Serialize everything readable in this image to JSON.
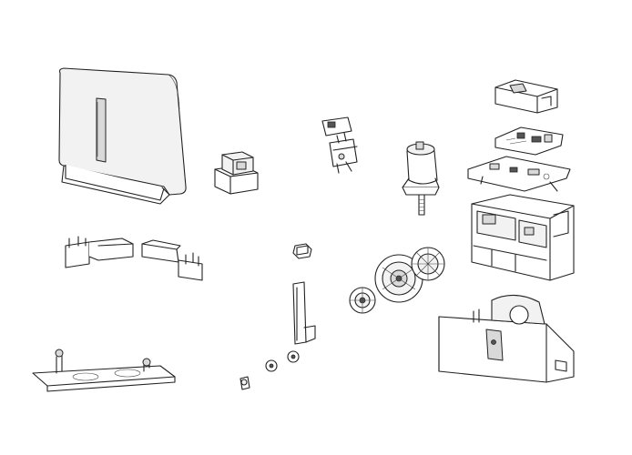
{
  "diagram": {
    "background_color": "#ffffff",
    "line_color": "#222222",
    "parts": [
      {
        "id": "cover-housing",
        "icon": "motor-cover"
      },
      {
        "id": "transformer",
        "icon": "transformer"
      },
      {
        "id": "limit-switch-assembly",
        "icon": "limit-switch"
      },
      {
        "id": "electric-motor",
        "icon": "motor"
      },
      {
        "id": "control-board-cover",
        "icon": "board-cover"
      },
      {
        "id": "control-board-small",
        "icon": "circuit-board"
      },
      {
        "id": "control-board-large",
        "icon": "circuit-board"
      },
      {
        "id": "board-support-frame",
        "icon": "frame"
      },
      {
        "id": "limit-bracket-left",
        "icon": "bracket"
      },
      {
        "id": "limit-bracket-right",
        "icon": "bracket"
      },
      {
        "id": "small-gear",
        "icon": "gear"
      },
      {
        "id": "output-gear-assembly",
        "icon": "gear"
      },
      {
        "id": "worm-gear",
        "icon": "gear"
      },
      {
        "id": "release-lever",
        "icon": "lever"
      },
      {
        "id": "gearbox-base",
        "icon": "gearbox"
      },
      {
        "id": "foundation-plate",
        "icon": "plate"
      },
      {
        "id": "lock-key",
        "icon": "key"
      },
      {
        "id": "lock-cylinder",
        "icon": "lock"
      }
    ]
  }
}
